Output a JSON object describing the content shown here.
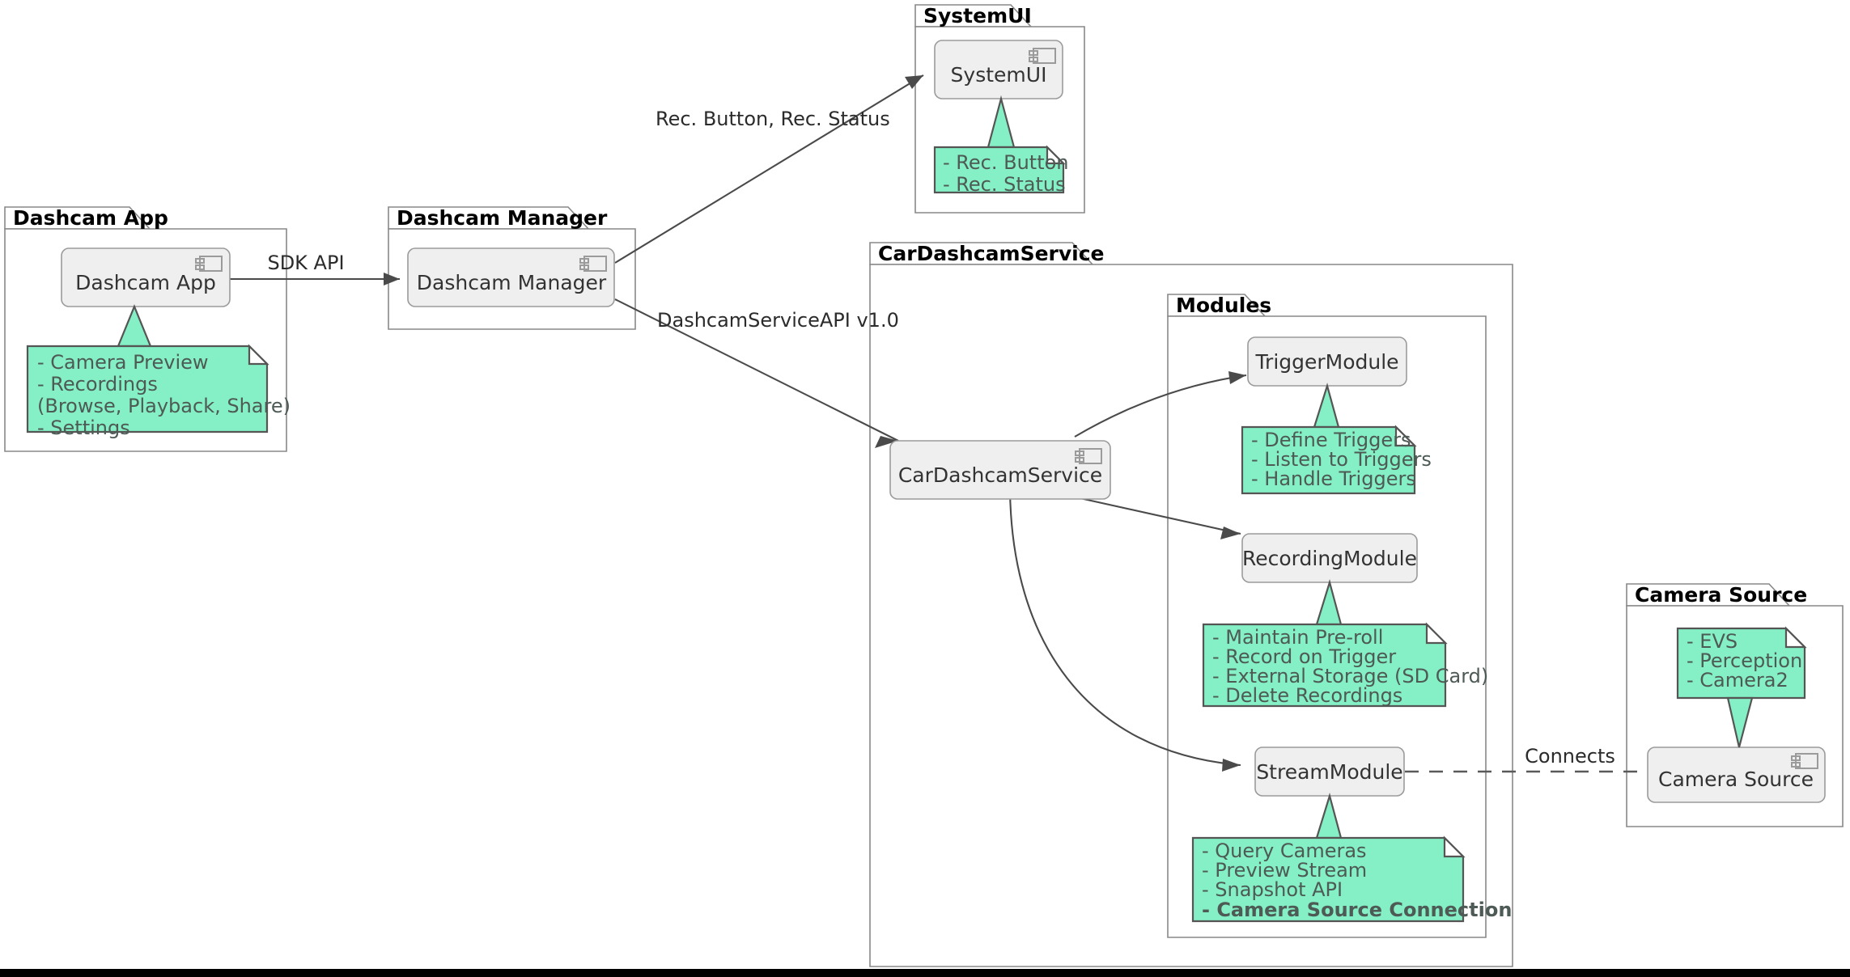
{
  "diagram": {
    "type": "uml-component-diagram",
    "title": "Dashcam Architecture",
    "accent_note_color": "#85EFC5",
    "component_fill": "#EFEFEF",
    "border_color": "#888888",
    "note_text_color": "#4D5A55"
  },
  "packages": [
    {
      "id": "pkg-dashcam-app",
      "label": "Dashcam App",
      "component": {
        "label": "Dashcam App",
        "icon": "component-icon"
      },
      "note": {
        "lines": [
          {
            "text": "- Camera Preview",
            "bold": false
          },
          {
            "text": "- Recordings",
            "bold": false
          },
          {
            "text": "  (Browse, Playback, Share)",
            "bold": false
          },
          {
            "text": "- Settings",
            "bold": false
          }
        ]
      }
    },
    {
      "id": "pkg-dashcam-manager",
      "label": "Dashcam Manager",
      "component": {
        "label": "Dashcam Manager",
        "icon": "component-icon"
      },
      "note": null
    },
    {
      "id": "pkg-systemui",
      "label": "SystemUI",
      "component": {
        "label": "SystemUI",
        "icon": "component-icon"
      },
      "note": {
        "lines": [
          {
            "text": "- Rec. Button",
            "bold": false
          },
          {
            "text": "- Rec. Status",
            "bold": false
          }
        ]
      }
    },
    {
      "id": "pkg-car-dashcam-service",
      "label": "CarDashcamService",
      "component": {
        "label": "CarDashcamService",
        "icon": "component-icon"
      },
      "note": null
    },
    {
      "id": "pkg-modules",
      "label": "Modules",
      "component": null,
      "note": null
    },
    {
      "id": "pkg-camera-source",
      "label": "Camera Source",
      "component": {
        "label": "Camera Source",
        "icon": "component-icon"
      },
      "note": {
        "lines": [
          {
            "text": "- EVS",
            "bold": false
          },
          {
            "text": "- Perception",
            "bold": false
          },
          {
            "text": "- Camera2",
            "bold": false
          }
        ]
      }
    }
  ],
  "modules": [
    {
      "id": "trigger-module",
      "label": "TriggerModule",
      "note": {
        "lines": [
          {
            "text": "- Define Triggers",
            "bold": false
          },
          {
            "text": "- Listen to Triggers",
            "bold": false
          },
          {
            "text": "- Handle Triggers",
            "bold": false
          }
        ]
      }
    },
    {
      "id": "recording-module",
      "label": "RecordingModule",
      "note": {
        "lines": [
          {
            "text": "- Maintain Pre-roll",
            "bold": false
          },
          {
            "text": "- Record on Trigger",
            "bold": false
          },
          {
            "text": "- External Storage (SD Card)",
            "bold": false
          },
          {
            "text": "- Delete Recordings",
            "bold": false
          }
        ]
      }
    },
    {
      "id": "stream-module",
      "label": "StreamModule",
      "note": {
        "lines": [
          {
            "text": "- Query Cameras",
            "bold": false
          },
          {
            "text": "- Preview Stream",
            "bold": false
          },
          {
            "text": "- Snapshot API",
            "bold": false
          },
          {
            "text": "- Camera Source Connection",
            "bold": true
          }
        ]
      }
    }
  ],
  "edges": [
    {
      "id": "edge-sdk-api",
      "label": "SDK API",
      "from": "Dashcam App",
      "to": "Dashcam Manager",
      "style": "solid-arrow"
    },
    {
      "id": "edge-rec-status",
      "label": "Rec. Button, Rec. Status",
      "from": "Dashcam Manager",
      "to": "SystemUI",
      "style": "solid-arrow"
    },
    {
      "id": "edge-dashcam-service-api",
      "label": "DashcamServiceAPI v1.0",
      "from": "Dashcam Manager",
      "to": "CarDashcamService",
      "style": "solid-arrow"
    },
    {
      "id": "edge-to-trigger",
      "label": "",
      "from": "CarDashcamService",
      "to": "TriggerModule",
      "style": "solid-arrow"
    },
    {
      "id": "edge-to-recording",
      "label": "",
      "from": "CarDashcamService",
      "to": "RecordingModule",
      "style": "solid-arrow"
    },
    {
      "id": "edge-to-stream",
      "label": "",
      "from": "CarDashcamService",
      "to": "StreamModule",
      "style": "solid-arrow-curved"
    },
    {
      "id": "edge-connects",
      "label": "Connects",
      "from": "StreamModule",
      "to": "Camera Source",
      "style": "dashed"
    }
  ]
}
